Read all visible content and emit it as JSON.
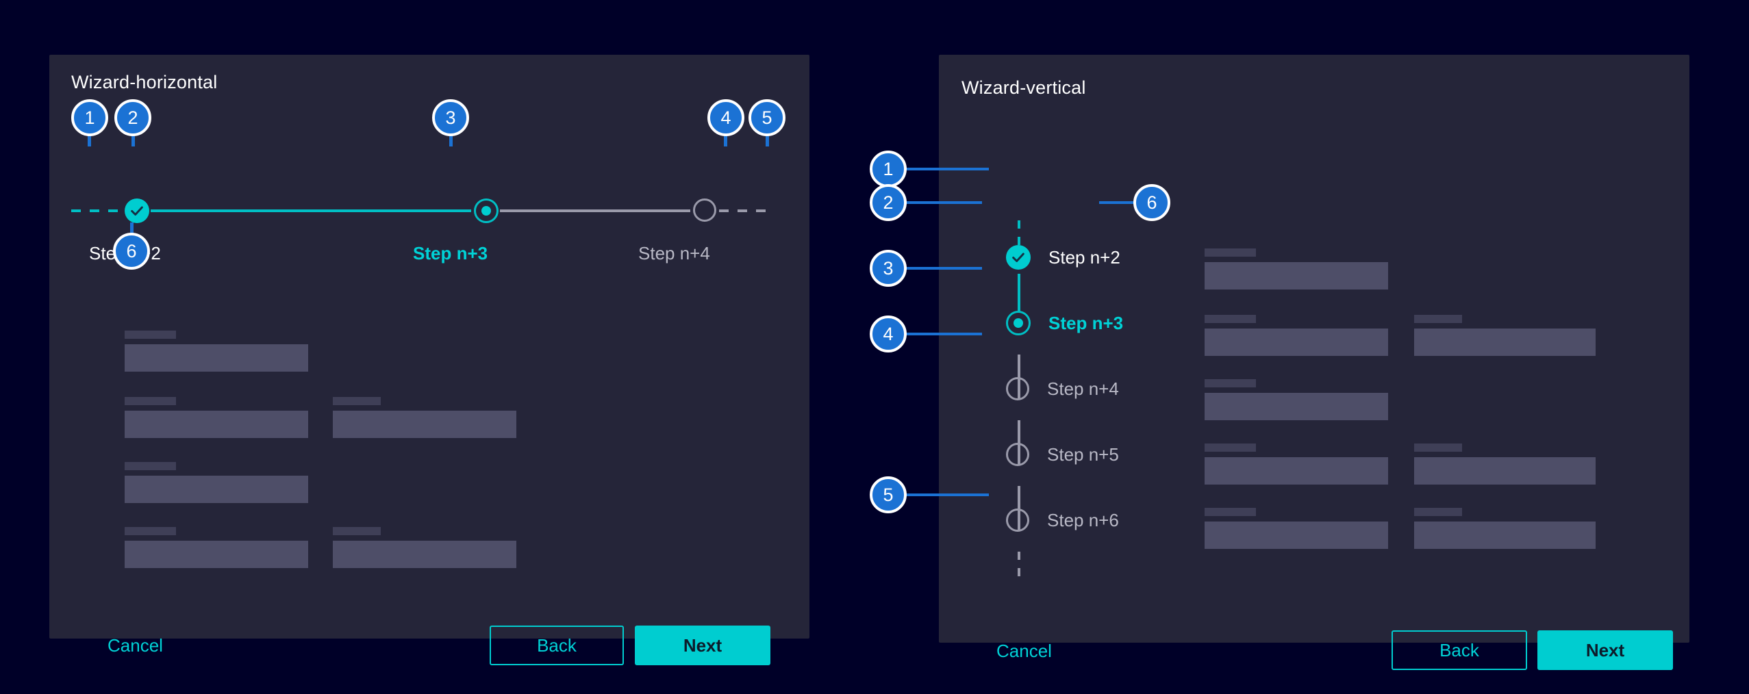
{
  "page": {
    "background": "#000028"
  },
  "colors": {
    "card_bg": "#252539",
    "accent_cyan": "#00cdd0",
    "accent_cyan_text": "#00d2d6",
    "callout_blue": "#1b72d4",
    "inactive_gray": "#9a9aaa",
    "skeleton_label": "#3f3f57",
    "skeleton_input": "#4e4e68",
    "text_white": "#ffffff",
    "text_muted": "#b9b9c6"
  },
  "horizontal_wizard": {
    "title": "Wizard-horizontal",
    "steps": [
      {
        "label": "Step n+2",
        "state": "done"
      },
      {
        "label": "Step n+3",
        "state": "active"
      },
      {
        "label": "Step n+4",
        "state": "todo"
      }
    ],
    "footer": {
      "cancel_label": "Cancel",
      "back_label": "Back",
      "next_label": "Next"
    },
    "form_rows": [
      {
        "fields": 1
      },
      {
        "fields": 2
      },
      {
        "fields": 1
      },
      {
        "fields": 2
      }
    ]
  },
  "vertical_wizard": {
    "title": "Wizard-vertical",
    "steps": [
      {
        "label": "Step n+2",
        "state": "done"
      },
      {
        "label": "Step n+3",
        "state": "active"
      },
      {
        "label": "Step n+4",
        "state": "todo"
      },
      {
        "label": "Step n+5",
        "state": "todo"
      },
      {
        "label": "Step n+6",
        "state": "todo"
      }
    ],
    "footer": {
      "cancel_label": "Cancel",
      "back_label": "Back",
      "next_label": "Next"
    },
    "form_rows": [
      {
        "fields": 1
      },
      {
        "fields": 2
      },
      {
        "fields": 1
      },
      {
        "fields": 2
      },
      {
        "fields": 2
      }
    ]
  },
  "callouts": {
    "horizontal": [
      {
        "id": "1",
        "number": "1"
      },
      {
        "id": "2",
        "number": "2"
      },
      {
        "id": "3",
        "number": "3"
      },
      {
        "id": "4",
        "number": "4"
      },
      {
        "id": "5",
        "number": "5"
      },
      {
        "id": "6",
        "number": "6"
      }
    ],
    "vertical": [
      {
        "id": "1",
        "number": "1"
      },
      {
        "id": "2",
        "number": "2"
      },
      {
        "id": "3",
        "number": "3"
      },
      {
        "id": "4",
        "number": "4"
      },
      {
        "id": "5",
        "number": "5"
      },
      {
        "id": "6",
        "number": "6"
      }
    ]
  },
  "icons": {
    "check": "check-icon",
    "radio": "radio-dot-icon",
    "circle": "empty-circle-icon"
  }
}
